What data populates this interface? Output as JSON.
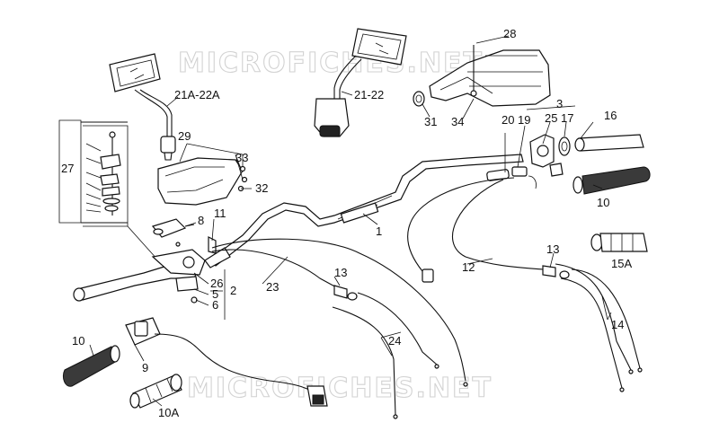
{
  "watermark": {
    "top": "MICROFICHES.NET",
    "bottom": "MICROFICHES.NET"
  },
  "labels": {
    "l28": "28",
    "l21a22a": "21A-22A",
    "l2122": "21-22",
    "l31": "31",
    "l34": "34",
    "l3": "3",
    "l20": "20",
    "l19": "19",
    "l25": "25",
    "l17": "17",
    "l16": "16",
    "l29": "29",
    "l33": "33",
    "l27": "27",
    "l32": "32",
    "l10r": "10",
    "l8": "8",
    "l11": "11",
    "l1": "1",
    "l13a": "13",
    "l13b": "13",
    "l12": "12",
    "l15a": "15A",
    "l23": "23",
    "l26": "26",
    "l5": "5",
    "l2": "2",
    "l6": "6",
    "l24": "24",
    "l14": "14",
    "l10l": "10",
    "l9": "9",
    "l10a": "10A"
  }
}
